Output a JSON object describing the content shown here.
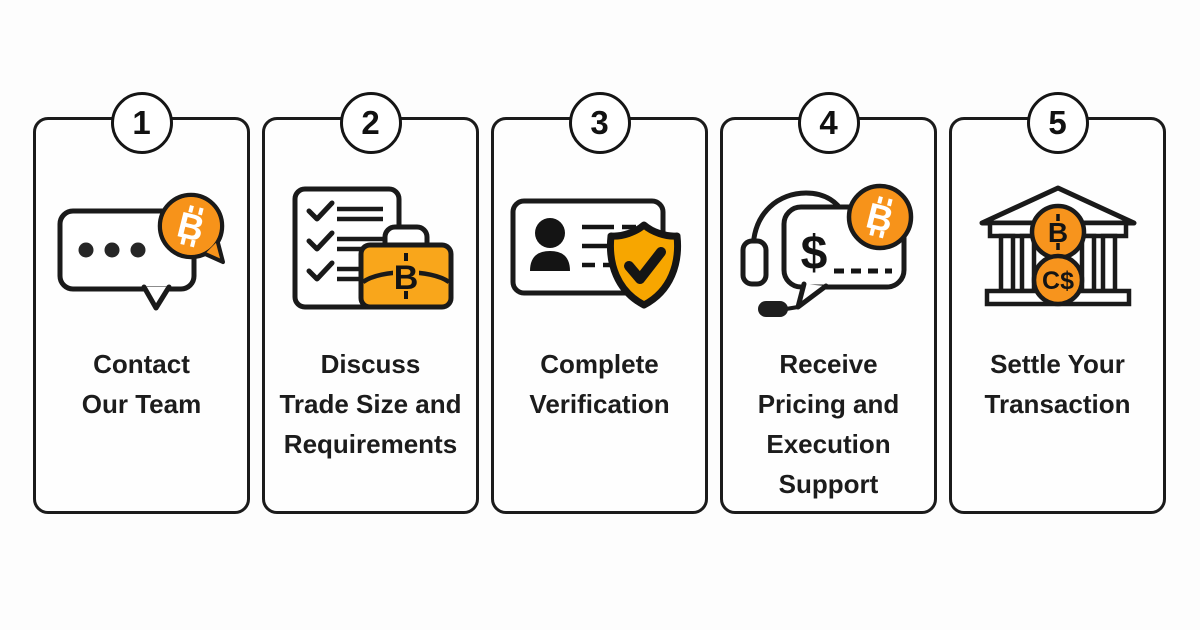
{
  "page": {
    "background_color": "#fdfdfd",
    "description": "Five-step bitcoin OTC trading process infographic"
  },
  "colors": {
    "bitcoin_orange": "#F7931A",
    "briefcase_orange": "#F9A61B",
    "shield_orange": "#F7A600",
    "coin_orange": "#F7941D",
    "outline_black": "#1a1a1a",
    "text_color": "#1c1c1c",
    "card_background": "#fefefe"
  },
  "icon_glyphs": {
    "bitcoin_b": "B",
    "dollar": "$",
    "cad_symbol": "C$"
  },
  "steps": [
    {
      "number": "1",
      "icon": "chat-bubble-bitcoin",
      "lines": [
        "Contact",
        "Our Team"
      ]
    },
    {
      "number": "2",
      "icon": "checklist-briefcase",
      "lines": [
        "Discuss",
        "Trade Size and",
        "Requirements"
      ]
    },
    {
      "number": "3",
      "icon": "id-card-shield-check",
      "lines": [
        "Complete",
        "Verification"
      ]
    },
    {
      "number": "4",
      "icon": "headset-pricing-chat",
      "lines": [
        "Receive",
        "Pricing and",
        "Execution",
        "Support"
      ]
    },
    {
      "number": "5",
      "icon": "bank-bitcoin-cad-coins",
      "lines": [
        "Settle Your",
        "Transaction"
      ]
    }
  ]
}
